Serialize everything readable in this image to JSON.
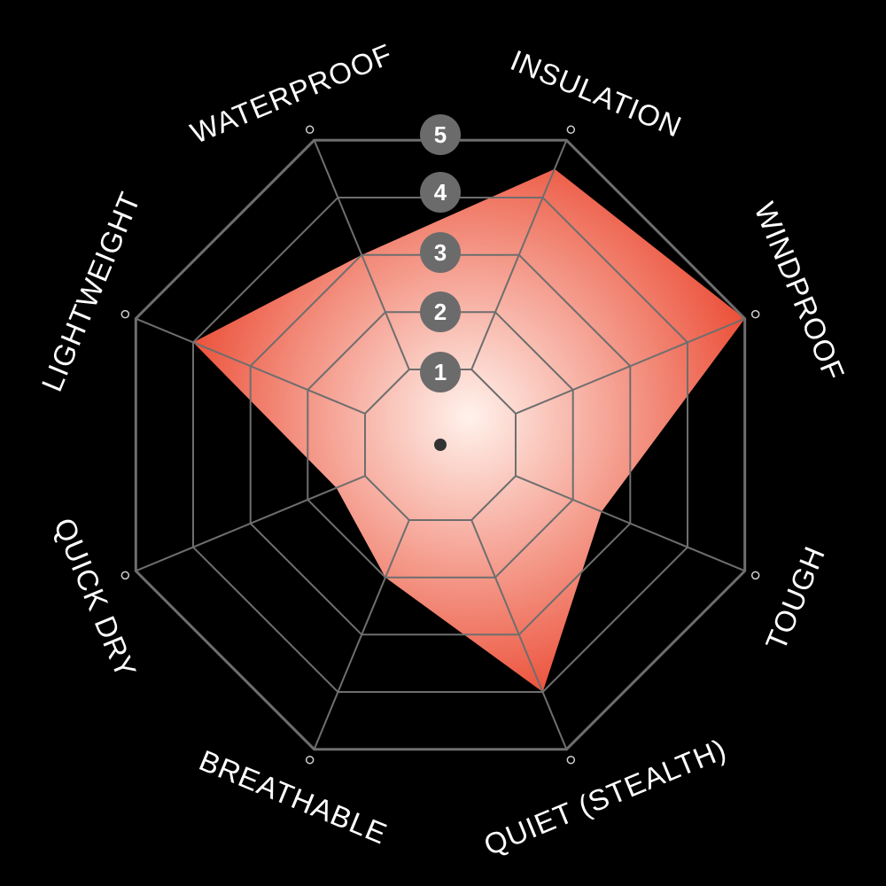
{
  "chart_data": {
    "type": "radar",
    "axes": [
      "INSULATION",
      "WINDPROOF",
      "TOUGH",
      "QUIET (STEALTH)",
      "BREATHABLE",
      "QUICK DRY",
      "LIGHTWEIGHT",
      "WATERPROOF"
    ],
    "values": [
      4.5,
      5,
      2.5,
      4,
      2,
      1.5,
      4,
      3
    ],
    "scale_ticks": [
      "1",
      "2",
      "3",
      "4",
      "5"
    ],
    "range": [
      0,
      5
    ],
    "colors": {
      "background": "#000000",
      "grid": "#6e6e6e",
      "fill_center": "#fff2ec",
      "fill_edge": "#e8361c",
      "tick_badge": "#6b6b6b",
      "center_dot": "#333333",
      "label": "#ffffff"
    }
  }
}
